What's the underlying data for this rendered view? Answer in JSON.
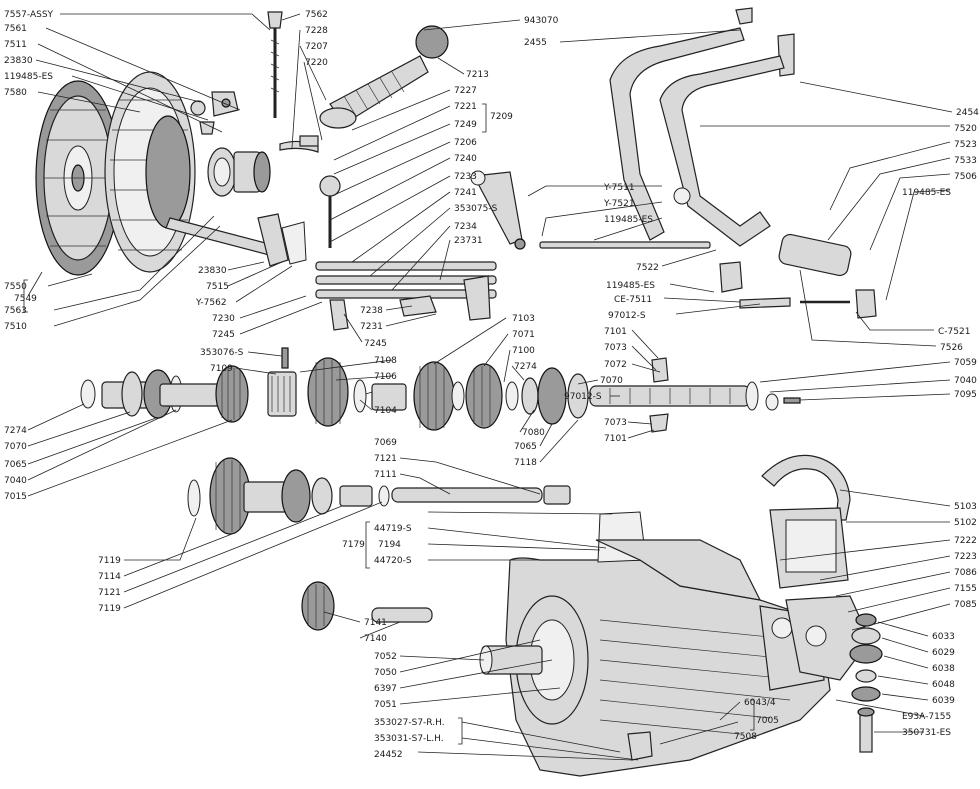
{
  "parts": {
    "L1": "7557-ASSY",
    "L2": "7561",
    "L3": "7511",
    "L4": "23830",
    "L5": "119485-ES",
    "L6": "7580",
    "L7": "7562",
    "L8": "7228",
    "L9": "7207",
    "L10": "7220",
    "L11": "943070",
    "L12": "2455",
    "L13": "7213",
    "L14": "7227",
    "L15": "7221",
    "L16": "7209",
    "L17": "7249",
    "L18": "7206",
    "L19": "7240",
    "L20": "7233",
    "L21": "7241",
    "L22": "353075-S",
    "L23": "7234",
    "L24": "23731",
    "L25": "2454",
    "L26": "7520",
    "L27": "7523",
    "L28": "7533",
    "L29": "7506",
    "L30": "119485-ES",
    "L31": "Y-7511",
    "L32": "Y-7521",
    "L33": "119485-ES",
    "L34": "7522",
    "L35": "119485-ES",
    "L36": "CE-7511",
    "L37": "97012-S",
    "L38": "C-7521",
    "L39": "7526",
    "L40": "7550",
    "L41": "7549",
    "L42": "7563",
    "L43": "7510",
    "L44": "23830",
    "L45": "7515",
    "L46": "Y-7562",
    "L47": "7230",
    "L48": "7245",
    "L49": "7238",
    "L50": "7231",
    "L51": "7245",
    "L52": "353076-S",
    "L53": "7109",
    "L54": "7108",
    "L55": "7106",
    "L56": "7103",
    "L57": "7071",
    "L58": "7100",
    "L59": "7274",
    "L60": "7101",
    "L61": "7073",
    "L62": "7072",
    "L63": "7070",
    "L64": "97012-S",
    "L65": "7059",
    "L66": "7040",
    "L67": "7095",
    "L68": "7104",
    "L69": "7069",
    "L70": "7080",
    "L71": "7065",
    "L72": "7118",
    "L73": "7073",
    "L74": "7101",
    "L75": "7274",
    "L76": "7070",
    "L77": "7065",
    "L78": "7040",
    "L79": "7015",
    "L80": "7121",
    "L81": "7111",
    "L82": "44719-S",
    "L83": "7194",
    "L84": "44720-S",
    "L85": "7179",
    "L86": "7119",
    "L87": "7114",
    "L88": "7121",
    "L89": "7119",
    "L90": "7141",
    "L91": "7140",
    "L92": "5103",
    "L93": "5102",
    "L94": "7222",
    "L95": "7223",
    "L96": "7086",
    "L97": "7155",
    "L98": "7085",
    "L99": "6033",
    "L100": "6029",
    "L101": "6038",
    "L102": "6048",
    "L103": "6039",
    "L104": "E93A-7155",
    "L105": "350731-ES",
    "L106": "7052",
    "L107": "7050",
    "L108": "6397",
    "L109": "7051",
    "L110": "353027-S7-R.H.",
    "L111": "353031-S7-L.H.",
    "L112": "24452",
    "L113": "6043/4",
    "L114": "7005",
    "L115": "7508"
  },
  "icons": {
    "clutch-disc": "clutch-disc-icon",
    "pressure-plate": "pressure-plate-icon",
    "shift-lever": "gear-shift-lever-icon",
    "pedals": "pedal-icon",
    "mainshaft": "mainshaft-icon",
    "countershaft": "countershaft-gear-icon",
    "reverse-idler": "idler-gear-icon",
    "transmission-case": "gearbox-case-icon",
    "engine-mount": "engine-mount-icon",
    "rear-bracket": "bracket-icon"
  },
  "colors": {
    "ink": "#1a1a1a",
    "paper": "#ffffff"
  }
}
